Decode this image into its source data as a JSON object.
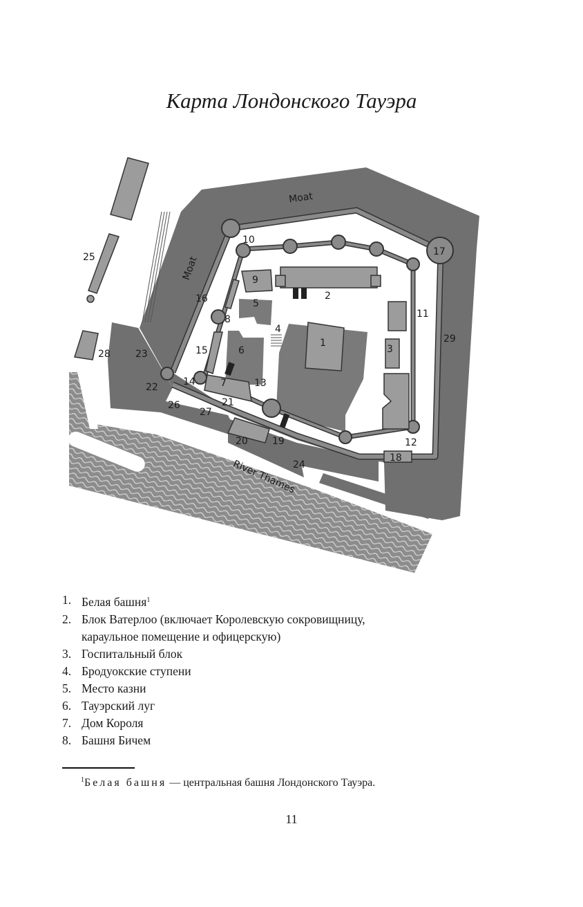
{
  "page": {
    "title": "Карта Лондонского Тауэра",
    "page_number": "11"
  },
  "map": {
    "water_labels": {
      "moat_top": "Moat",
      "moat_left": "Moat",
      "river": "River Thames"
    },
    "labels": [
      "1",
      "2",
      "3",
      "4",
      "5",
      "6",
      "7",
      "8",
      "9",
      "10",
      "11",
      "12",
      "13",
      "14",
      "15",
      "16",
      "17",
      "18",
      "19",
      "20",
      "21",
      "22",
      "23",
      "24",
      "25",
      "26",
      "27",
      "28",
      "29"
    ],
    "colors": {
      "moat": "#707070",
      "building": "#9c9c9c",
      "lawn": "#7a7a7a",
      "wall": "#8a8a8a",
      "outline": "#333333"
    }
  },
  "legend": [
    {
      "num": "1.",
      "text": "Белая башня",
      "footnote_ref": "1"
    },
    {
      "num": "2.",
      "text": "Блок Ватерлоо (включает Королевскую сокровищницу,"
    },
    {
      "num": "",
      "text": "караульное помещение и офицерскую)"
    },
    {
      "num": "3.",
      "text": "Госпитальный блок"
    },
    {
      "num": "4.",
      "text": "Бродуокские ступени"
    },
    {
      "num": "5.",
      "text": "Место казни"
    },
    {
      "num": "6.",
      "text": "Тауэрский луг"
    },
    {
      "num": "7.",
      "text": "Дом Короля"
    },
    {
      "num": "8.",
      "text": "Башня Бичем"
    }
  ],
  "footnote": {
    "mark": "1",
    "term": "Белая башня",
    "text": " — центральная башня Лондонского Тауэра."
  }
}
